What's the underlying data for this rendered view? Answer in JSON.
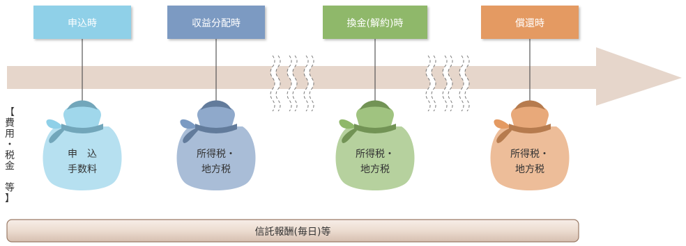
{
  "stages": [
    {
      "label": "申込時",
      "color": "#8fd0e8",
      "bag_lines": [
        "申　込",
        "手数料"
      ]
    },
    {
      "label": "収益分配時",
      "color": "#7b9ac2",
      "bag_lines": [
        "所得税・",
        "地方税"
      ]
    },
    {
      "label": "換金(解約)時",
      "color": "#8fb86a",
      "bag_lines": [
        "所得税・",
        "地方税"
      ]
    },
    {
      "label": "償還時",
      "color": "#e49a62",
      "bag_lines": [
        "所得税・",
        "地方税"
      ]
    }
  ],
  "side_label": [
    "【",
    "費",
    "用",
    "・",
    "税",
    "金",
    "",
    "等",
    "】"
  ],
  "bottom_bar": {
    "label": "信託報酬(毎日)等"
  },
  "colors": {
    "arrow": "#e6d6cb",
    "bar_fill": "#ecdcd0",
    "bar_stroke": "#9a7a66",
    "stem": "#555555"
  }
}
